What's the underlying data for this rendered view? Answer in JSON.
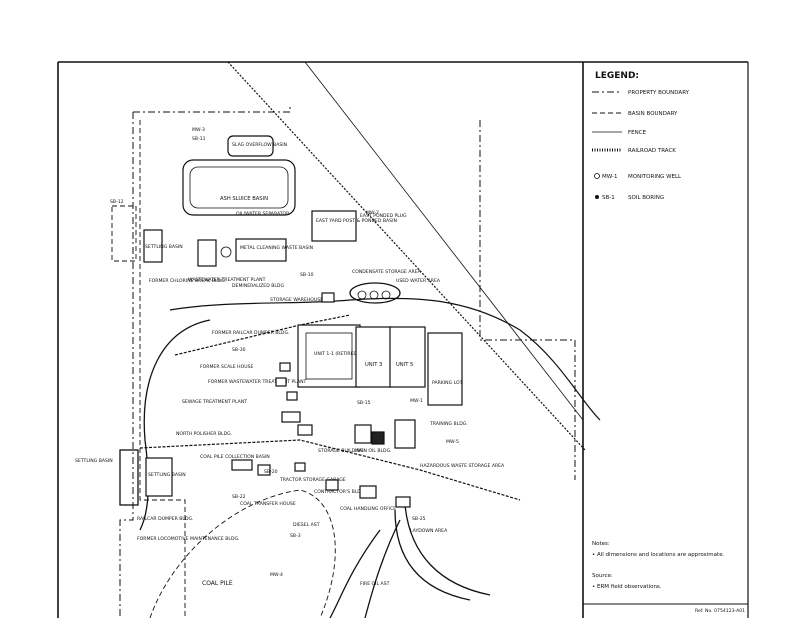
{
  "legend": {
    "title": "LEGEND:",
    "items": [
      {
        "label": "PROPERTY BOUNDARY"
      },
      {
        "label": "BASIN BOUNDARY"
      },
      {
        "label": "FENCE"
      },
      {
        "label": "RAILROAD TRACK"
      },
      {
        "label": "MONITORING WELL",
        "symbol": "MW-1"
      },
      {
        "label": "SOIL BORING",
        "symbol": "SB-1"
      }
    ]
  },
  "notes": {
    "title": "Notes:",
    "text": "• All dimensions and locations are approximate."
  },
  "source": {
    "title": "Source:",
    "text": "• ERM field observations."
  },
  "footer": {
    "ref": "Ref. No. 0754123-A01"
  },
  "labels": {
    "slag_overflow": "SLAG OVERFLOW BASIN",
    "ash_sluice": "ASH SLUICE BASIN",
    "oil_water": "OIL/WATER SEPARATOR",
    "east_yard": "EAST YARD POST & PONDED BASIN",
    "east_ponded_plug": "EAST PONDED PLUG",
    "settling_basin": "SETTLING BASIN",
    "metal_cleaning": "METAL CLEANING WASTE BASIN",
    "wastewater_plant": "WASTEWATER TREATMENT PLANT",
    "demineralized": "DEMINERALIZED BLDG",
    "chlorine_bldg": "FORMER CHLORINE BREAK BLDG.",
    "condensate": "CONDENSATE STORAGE AREA",
    "used_water": "USED WATER AREA",
    "storage_warehouse": "STORAGE WAREHOUSE",
    "former_railcar": "FORMER RAILCAR DUMPER BLDG.",
    "former_scale": "FORMER SCALE HOUSE",
    "former_wastewater": "FORMER WASTEWATER TREATMENT PLANT",
    "sewage": "SEWAGE TREATMENT PLANT",
    "unit1": "UNIT 1-1 (RETIRED)",
    "unit3": "UNIT 3",
    "unit5": "UNIT 5",
    "parking": "PARKING LOT",
    "north_polisher": "NORTH POLISHER BLDG.",
    "coal_pile_collection": "COAL PILE COLLECTION BASIN",
    "settling_basin2": "SETTLING BASIN",
    "settling_basin3": "SETTLING BASIN",
    "railcar_dumper": "RAILCAR DUMPER BLDG.",
    "former_loco": "FORMER LOCOMOTIVE MAINTENANCE BLDG.",
    "coal_transfer": "COAL TRANSFER HOUSE",
    "tractor": "TRACTOR STORAGE GARAGE",
    "storage_bldg": "STORAGE BUILDING",
    "main_oil": "MAIN OIL BLDG.",
    "coal_handling": "COAL HANDLING OFFICE",
    "contractor": "CONTRACTOR'S BLDG.",
    "hazardous": "HAZARDOUS WASTE STORAGE AREA",
    "training": "TRAINING BLDG.",
    "laydown": "LAYDOWN AREA",
    "coal_pile": "COAL PILE",
    "diesel_ast": "DIESEL AST",
    "fire_oil": "FIRE OIL AST",
    "mw3": "MW-3",
    "mw2": "MW-2",
    "mw1": "MW-1",
    "mw5": "MW-5",
    "mw4": "MW-4",
    "sb11": "SB-11",
    "sb12": "SB-12",
    "sb10": "SB-10",
    "sb30": "SB-30",
    "sb20": "SB-20",
    "sb22": "SB-22",
    "sb15": "SB-15",
    "sb25": "SB-25",
    "sb3": "SB-3"
  }
}
